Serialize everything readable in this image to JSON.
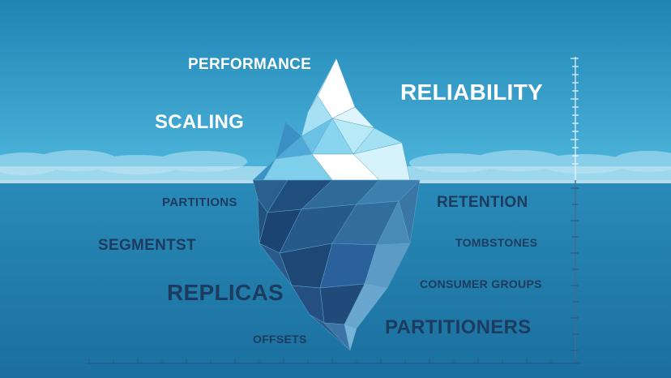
{
  "title": "",
  "colors": {
    "sky_top": "#1f84b4",
    "sky_bottom": "#4fb6dc",
    "sea_top": "#2a8bb8",
    "sea_bottom": "#1a6f9e",
    "above_text": "#ffffff",
    "below_text": "#1d3b5e"
  },
  "above_water": {
    "performance": "PERFORMANCE",
    "reliability": "RELIABILITY",
    "scaling": "SCALING"
  },
  "below_water": {
    "partitions": "PARTITIONS",
    "retention": "RETENTION",
    "segmentst": "SEGMENTST",
    "tombstones": "TOMBSTONES",
    "replicas": "REPLICAS",
    "consumer_groups": "CONSUMER GROUPS",
    "offsets": "OFFSETS",
    "partitioners": "PARTITIONERS"
  },
  "icons": [
    "iceberg-illustration",
    "depth-ruler",
    "horizontal-ruler",
    "cloud-band"
  ]
}
